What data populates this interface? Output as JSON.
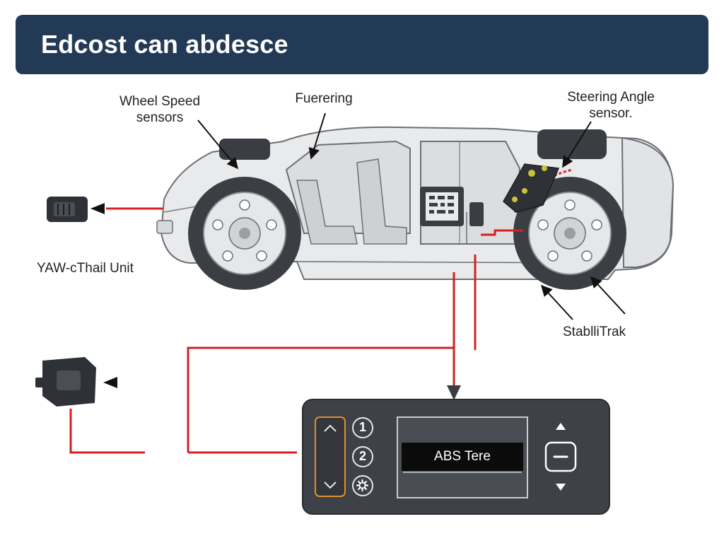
{
  "header": {
    "title": "Edcost can abdesce"
  },
  "labels": {
    "wheel_speed_line1": "Wheel Speed",
    "wheel_speed_line2": "sensors",
    "fuerering": "Fuerering",
    "steering_angle_line1": "Steering Angle",
    "steering_angle_line2": "sensor.",
    "yaw_unit": "YAW-cThail Unit",
    "stabilitrak": "StablliTrak"
  },
  "panel": {
    "button_1": "1",
    "button_2": "2",
    "screen_text": "ABS Tere"
  },
  "icons": [
    "connector-icon",
    "chevron-up-icon",
    "chevron-down-icon",
    "gear-icon",
    "minus-icon",
    "triangle-up-icon",
    "triangle-down-icon"
  ],
  "colors": {
    "header_bg": "#223a56",
    "wire_red": "#d42020",
    "panel_bg": "#3e4148",
    "accent_orange": "#e0902a"
  }
}
